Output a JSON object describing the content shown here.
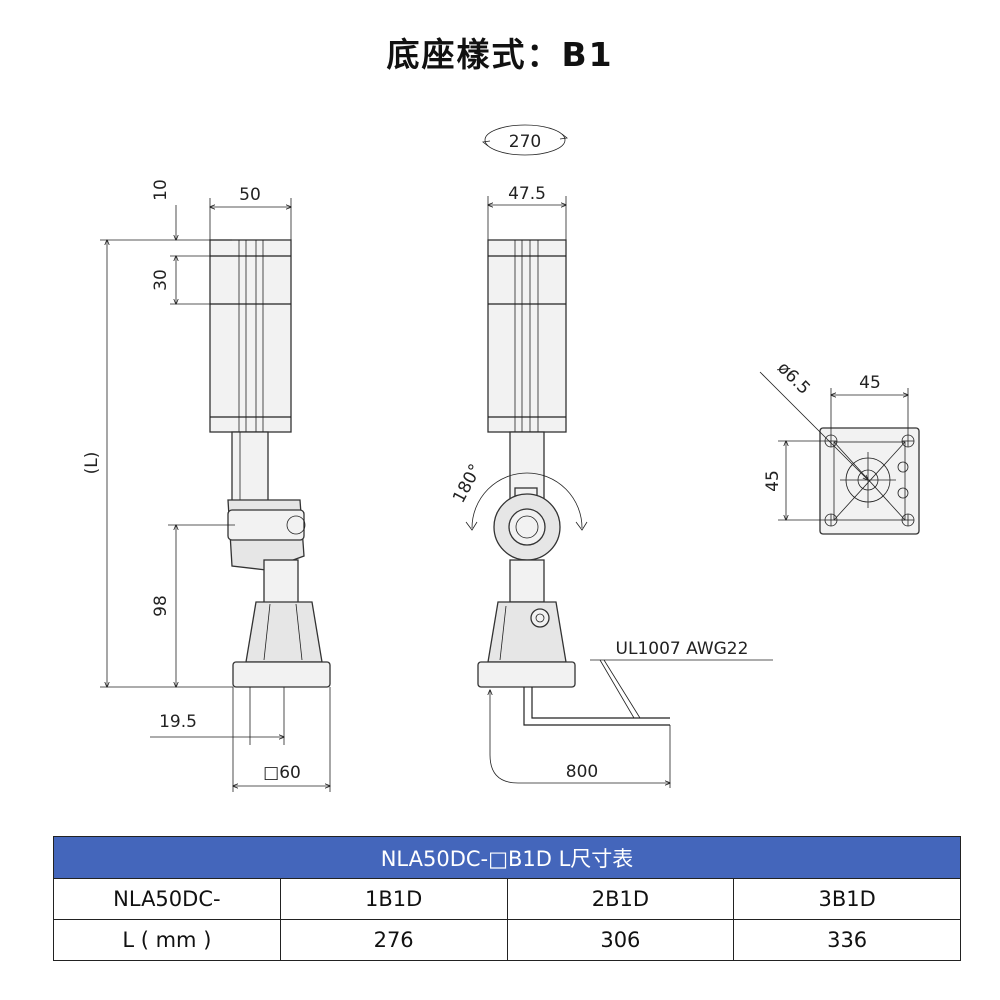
{
  "title": "底座樣式：B1",
  "drawing": {
    "left_view": {
      "dims": {
        "width_top": "50",
        "seg_10": "10",
        "seg_30": "30",
        "length_L": "(L)",
        "height_98": "98",
        "offset_19_5": "19.5",
        "base_60": "□60"
      }
    },
    "front_view": {
      "dims": {
        "rotation_270": "270",
        "width_47_5": "47.5",
        "rotation_180": "180°",
        "cable_spec": "UL1007 AWG22",
        "cable_length": "800"
      }
    },
    "base_view": {
      "dims": {
        "hole_dia": "ø6.5",
        "pitch_x": "45",
        "pitch_y": "45"
      }
    }
  },
  "table": {
    "header": "NLA50DC-□B1D L尺寸表",
    "row_model": {
      "label": "NLA50DC-",
      "values": [
        "1B1D",
        "2B1D",
        "3B1D"
      ]
    },
    "row_length": {
      "label": "L ( mm )",
      "values": [
        "276",
        "306",
        "336"
      ]
    }
  },
  "colors": {
    "table_header_bg": "#4466bb",
    "line": "#222222"
  }
}
